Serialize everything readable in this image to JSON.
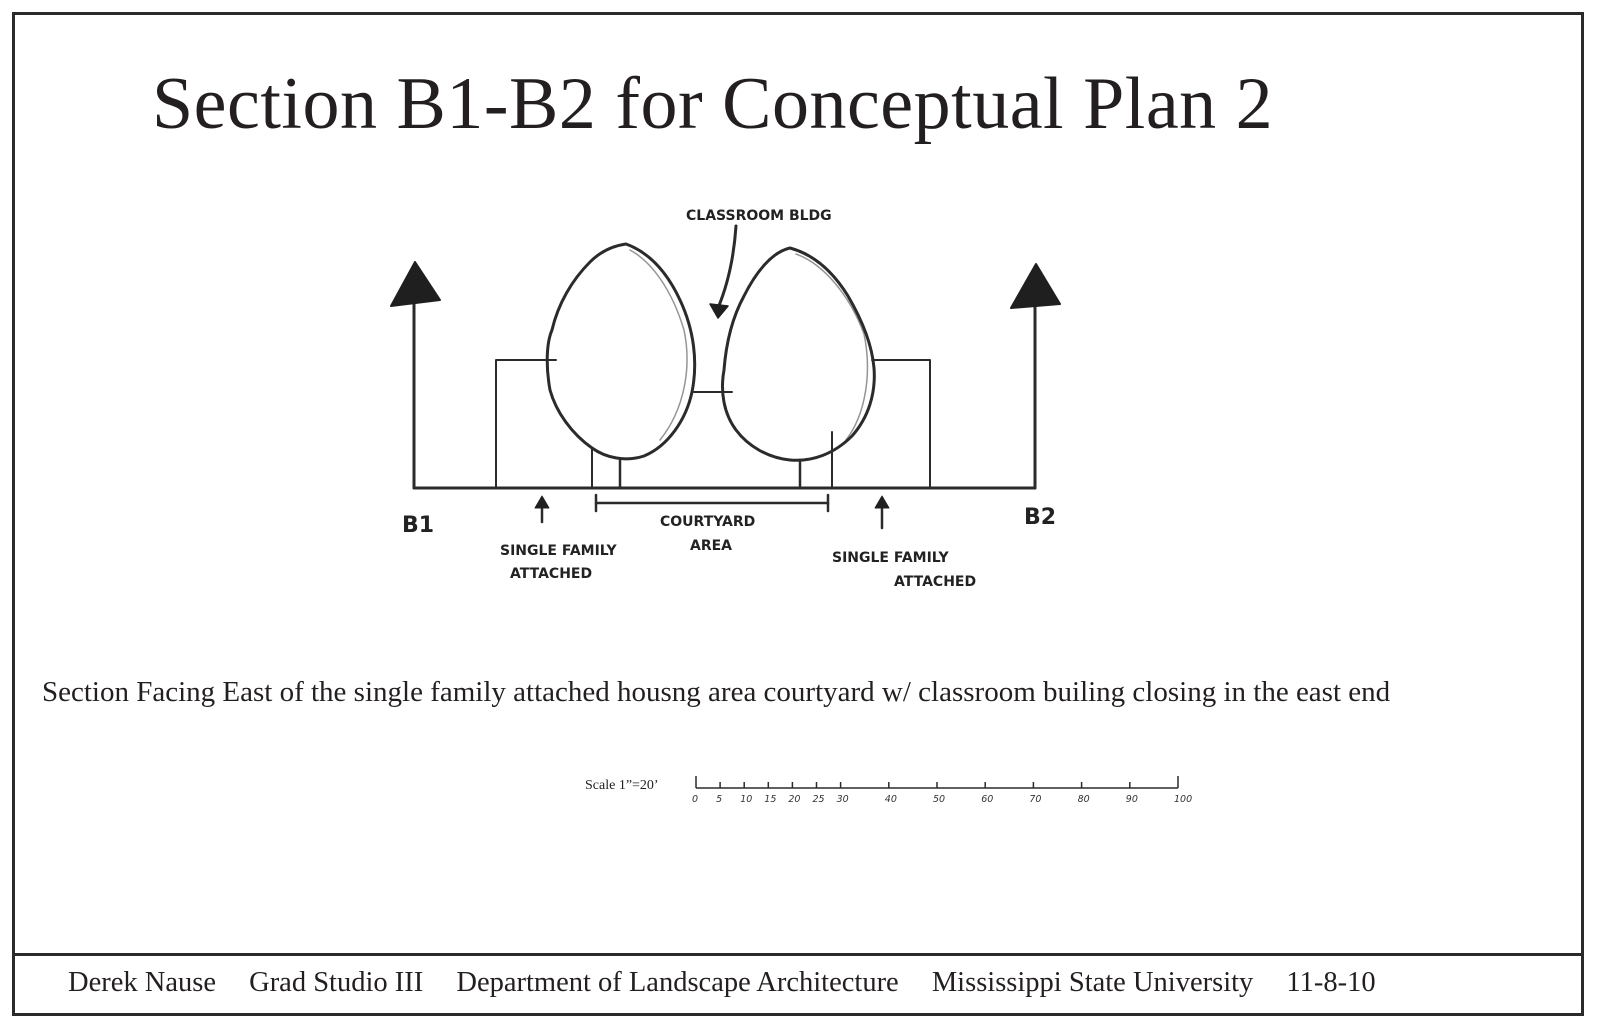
{
  "title": "Section B1-B2 for Conceptual Plan 2",
  "labels": {
    "classroom": "CLASSROOM BLDG",
    "b1": "B1",
    "b2": "B2",
    "sfa_left_1": "SINGLE FAMILY",
    "sfa_left_2": "ATTACHED",
    "courtyard_1": "COURTYARD",
    "courtyard_2": "AREA",
    "sfa_right_1": "SINGLE FAMILY",
    "sfa_right_2": "ATTACHED"
  },
  "caption": "Section Facing East of the single family attached housng area courtyard w/ classroom builing closing in the east end",
  "scale": {
    "label": "Scale 1”=20’",
    "ticks": [
      "0",
      "5",
      "10",
      "15",
      "20",
      "25",
      "30",
      "40",
      "50",
      "60",
      "70",
      "80",
      "90",
      "100"
    ]
  },
  "footer": {
    "author": "Derek Nause",
    "course": "Grad Studio III",
    "department": "Department of Landscape Architecture",
    "university": "Mississippi State University",
    "date": "11-8-10"
  }
}
